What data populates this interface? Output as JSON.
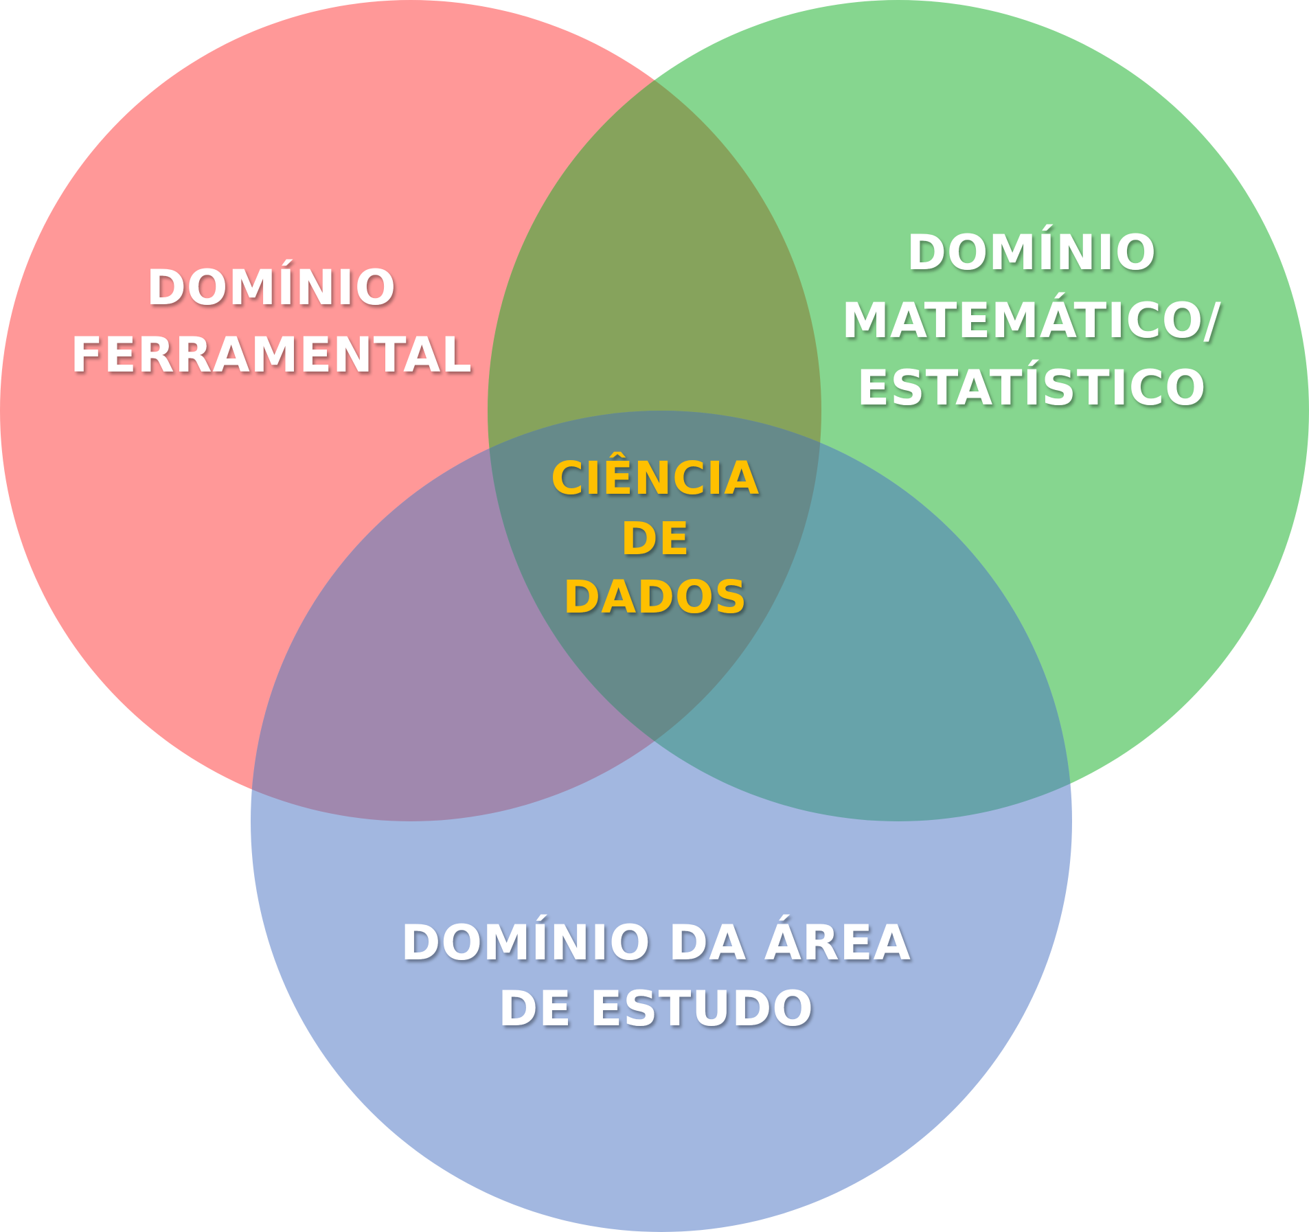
{
  "diagram": {
    "type": "venn",
    "sets": [
      {
        "id": "ferramental",
        "lines": [
          "DOMÍNIO",
          "FERRAMENTAL"
        ],
        "color": "#ff9898"
      },
      {
        "id": "matematico",
        "lines": [
          "DOMÍNIO",
          "MATEMÁTICO/",
          "ESTATÍSTICO"
        ],
        "color": "#86d68f"
      },
      {
        "id": "area",
        "lines": [
          "DOMÍNIO DA ÁREA",
          "DE ESTUDO"
        ],
        "color": "#a2b7e0"
      }
    ],
    "intersection": {
      "lines": [
        "CIÊNCIA",
        "DE",
        "DADOS"
      ],
      "color": "#ffc000"
    },
    "overlap_colors": {
      "red_green": "#86a35c",
      "red_blue": "#a088ae",
      "green_blue": "#67a3aa",
      "all": "#668a8a"
    }
  }
}
